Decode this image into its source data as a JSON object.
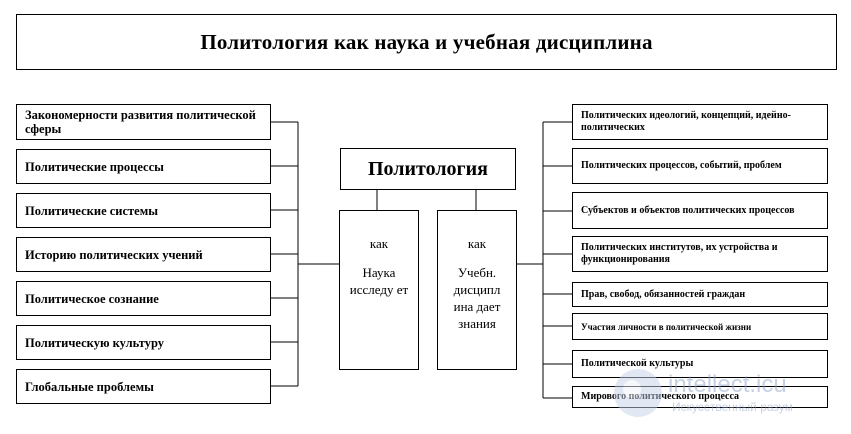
{
  "title": "Политология как наука и учебная дисциплина",
  "center": {
    "main": "Политология",
    "left_col": {
      "line1": "как",
      "line2": "Наука исследу ет"
    },
    "right_col": {
      "line1": "как",
      "line2": "Учебн. дисципл ина дает знания"
    }
  },
  "left_items": [
    "Закономерности развития политической сферы",
    "Политические процессы",
    "Политические системы",
    "Историю политических учений",
    "Политическое сознание",
    "Политическую культуру",
    "Глобальные проблемы"
  ],
  "right_items": [
    "Политических идеологий, концепций, идейно-политических",
    "Политических процессов, событий, проблем",
    "Субъектов и объектов политических процессов",
    "Политических институтов, их устройства и функционирования",
    "Прав, свобод, обязанностей граждан",
    "Участия личности в политической жизни",
    "Политической культуры",
    "Мирового политического процесса"
  ],
  "watermark": {
    "brand": "intellect.icu",
    "tagline": "Искусственный разум"
  }
}
